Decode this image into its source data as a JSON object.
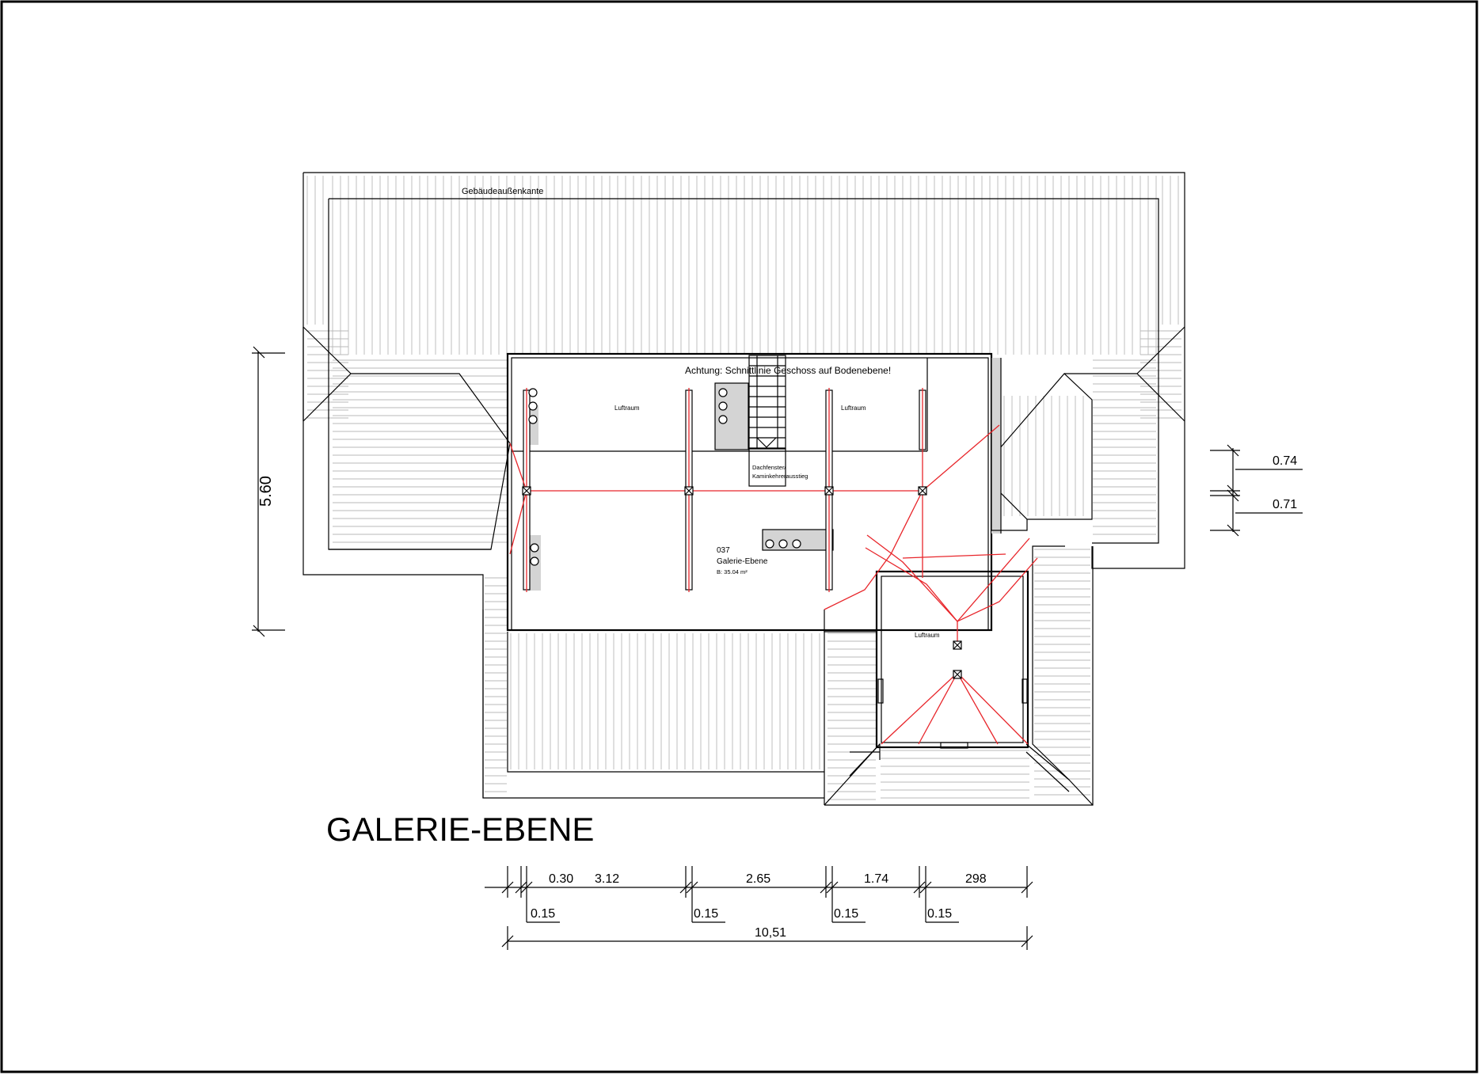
{
  "plan": {
    "title": "GALERIE-EBENE",
    "labels": {
      "outer_edge": "Gebäudeaußenkante",
      "warning": "Achtung: Schnittlinie Geschoss auf Bodenebene!",
      "luftraum": "Luftraum",
      "dachfenster_1": "Dachfenster/",
      "dachfenster_2": "Kaminkehrerausstieg",
      "room_number": "037",
      "room_name": "Galerie-Ebene",
      "room_area": "B: 35.04 m²"
    },
    "dimensions": {
      "left_vertical": "5.60",
      "right_top": "0.74",
      "right_bottom": "0.71",
      "bottom_row": [
        "0.30",
        "3.12",
        "2.65",
        "1.74",
        "298"
      ],
      "bottom_small": [
        "0.15",
        "0.15",
        "0.15",
        "0.15"
      ],
      "total": "10,51"
    },
    "colors": {
      "line": "#000000",
      "section_line": "#e8262b",
      "roof_hatch": "#b8b8b8",
      "fill_grey": "#d4d4d4"
    }
  }
}
